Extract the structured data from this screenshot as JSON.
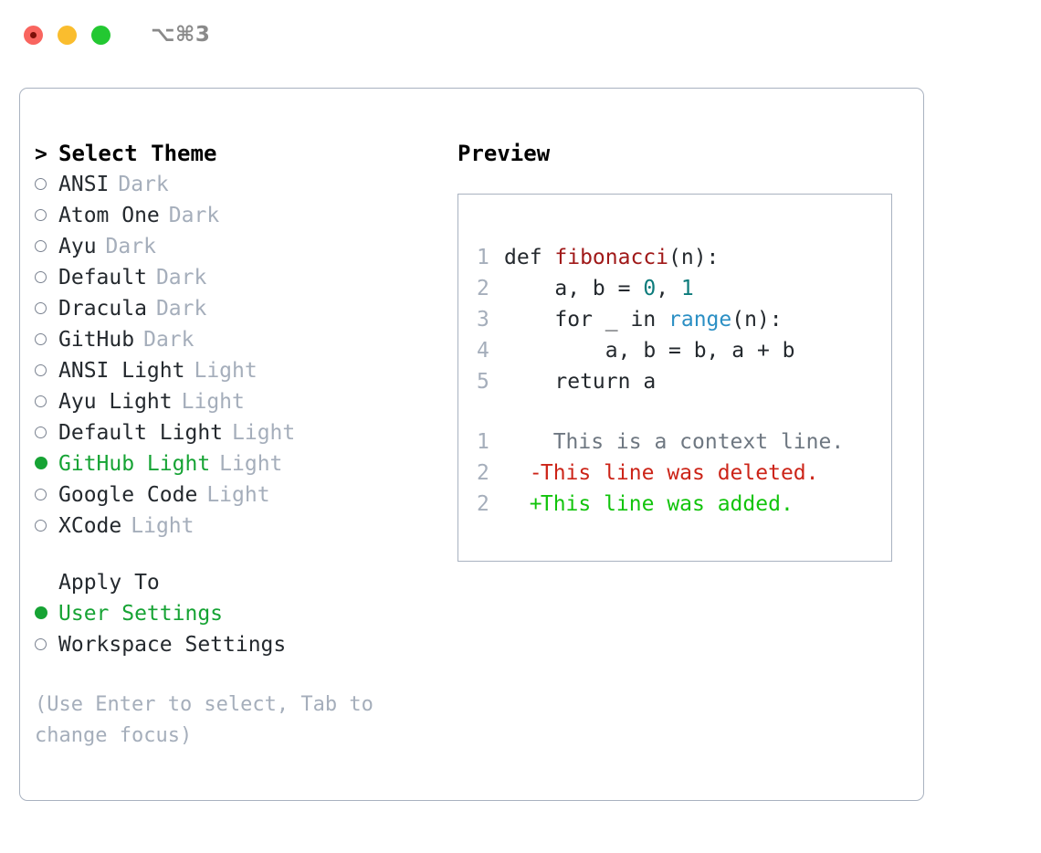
{
  "window": {
    "shortcut": "⌥⌘3",
    "traffic_lights": [
      "close-red",
      "minimize-yellow",
      "maximize-green"
    ]
  },
  "theme_list": {
    "header": "Select Theme",
    "header_marker": ">",
    "items": [
      {
        "marker": "ring",
        "label": "ANSI",
        "suffix": "Dark",
        "selected": false
      },
      {
        "marker": "ring",
        "label": "Atom One",
        "suffix": "Dark",
        "selected": false
      },
      {
        "marker": "ring",
        "label": "Ayu",
        "suffix": "Dark",
        "selected": false
      },
      {
        "marker": "ring",
        "label": "Default",
        "suffix": "Dark",
        "selected": false
      },
      {
        "marker": "ring",
        "label": "Dracula",
        "suffix": "Dark",
        "selected": false
      },
      {
        "marker": "ring",
        "label": "GitHub",
        "suffix": "Dark",
        "selected": false
      },
      {
        "marker": "ring",
        "label": "ANSI Light",
        "suffix": "Light",
        "selected": false
      },
      {
        "marker": "ring",
        "label": "Ayu Light",
        "suffix": "Light",
        "selected": false
      },
      {
        "marker": "ring",
        "label": "Default Light",
        "suffix": "Light",
        "selected": false
      },
      {
        "marker": "dot",
        "label": "GitHub Light",
        "suffix": "Light",
        "selected": true
      },
      {
        "marker": "ring",
        "label": "Google Code",
        "suffix": "Light",
        "selected": false
      },
      {
        "marker": "ring",
        "label": "XCode",
        "suffix": "Light",
        "selected": false
      }
    ]
  },
  "apply_to": {
    "title": "Apply To",
    "options": [
      {
        "marker": "dot",
        "label": "User Settings",
        "selected": true
      },
      {
        "marker": "ring",
        "label": "Workspace Settings",
        "selected": false
      }
    ]
  },
  "hint": "(Use Enter to select, Tab to change focus)",
  "preview": {
    "title": "Preview",
    "code_lines": [
      {
        "number": "1",
        "tokens": [
          {
            "text": "def ",
            "type": "plain"
          },
          {
            "text": "fibonacci",
            "type": "fn"
          },
          {
            "text": "(n):",
            "type": "plain"
          }
        ]
      },
      {
        "number": "2",
        "tokens": [
          {
            "text": "    a, b = ",
            "type": "plain"
          },
          {
            "text": "0",
            "type": "num"
          },
          {
            "text": ", ",
            "type": "plain"
          },
          {
            "text": "1",
            "type": "num"
          }
        ]
      },
      {
        "number": "3",
        "tokens": [
          {
            "text": "    for _ in ",
            "type": "plain"
          },
          {
            "text": "range",
            "type": "builtin"
          },
          {
            "text": "(n):",
            "type": "plain"
          }
        ]
      },
      {
        "number": "4",
        "tokens": [
          {
            "text": "        a, b = b, a + b",
            "type": "plain"
          }
        ]
      },
      {
        "number": "5",
        "tokens": [
          {
            "text": "    return a",
            "type": "plain"
          }
        ]
      }
    ],
    "diff_lines": [
      {
        "number": "1",
        "sign": "",
        "text": "  This is a context line.",
        "kind": "context"
      },
      {
        "number": "2",
        "sign": "-",
        "text": " This line was deleted.",
        "kind": "del"
      },
      {
        "number": "2",
        "sign": "+",
        "text": " This line was added.",
        "kind": "add"
      }
    ]
  },
  "colors": {
    "accent_green": "#16a334",
    "muted": "#a5aebb",
    "border": "#a9b2c0",
    "fn_red": "#a01919",
    "builtin_blue": "#2b8fc4",
    "number_teal": "#0c7b7b",
    "diff_del": "#cc2418",
    "diff_add": "#12c40c"
  }
}
